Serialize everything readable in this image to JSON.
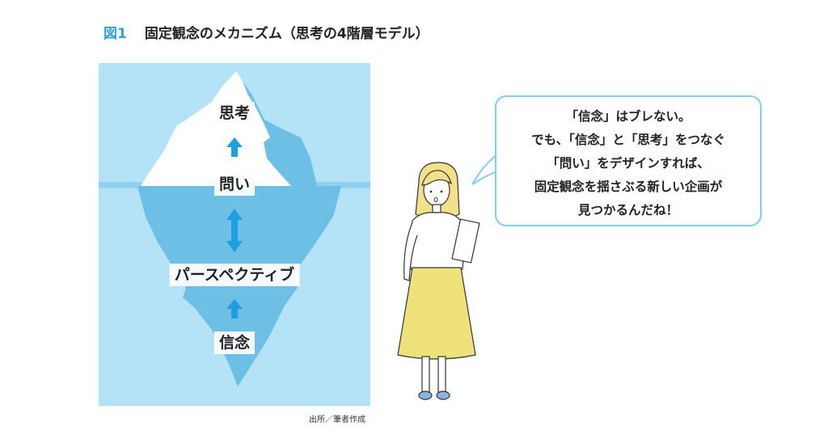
{
  "figure": {
    "number": "図1",
    "title": "固定観念のメカニズム（思考の4階層モデル）"
  },
  "iceberg": {
    "labels": {
      "thinking": "思考",
      "question": "問い",
      "perspective": "パースペクティブ",
      "belief": "信念"
    },
    "colors": {
      "background": "#b4e3f7",
      "water": "#8fd1ee",
      "ice_dark": "#6ebfe5",
      "arrow": "#1f9fe0"
    }
  },
  "bubble": {
    "lines": [
      "「信念」はブレない。",
      "でも、「信念」と「思考」をつなぐ",
      "「問い」をデザインすれば、",
      "固定観念を揺さぶる新しい企画が",
      "見つかるんだね！"
    ],
    "border_color": "#7fcfee"
  },
  "source": "出所／筆者作成"
}
